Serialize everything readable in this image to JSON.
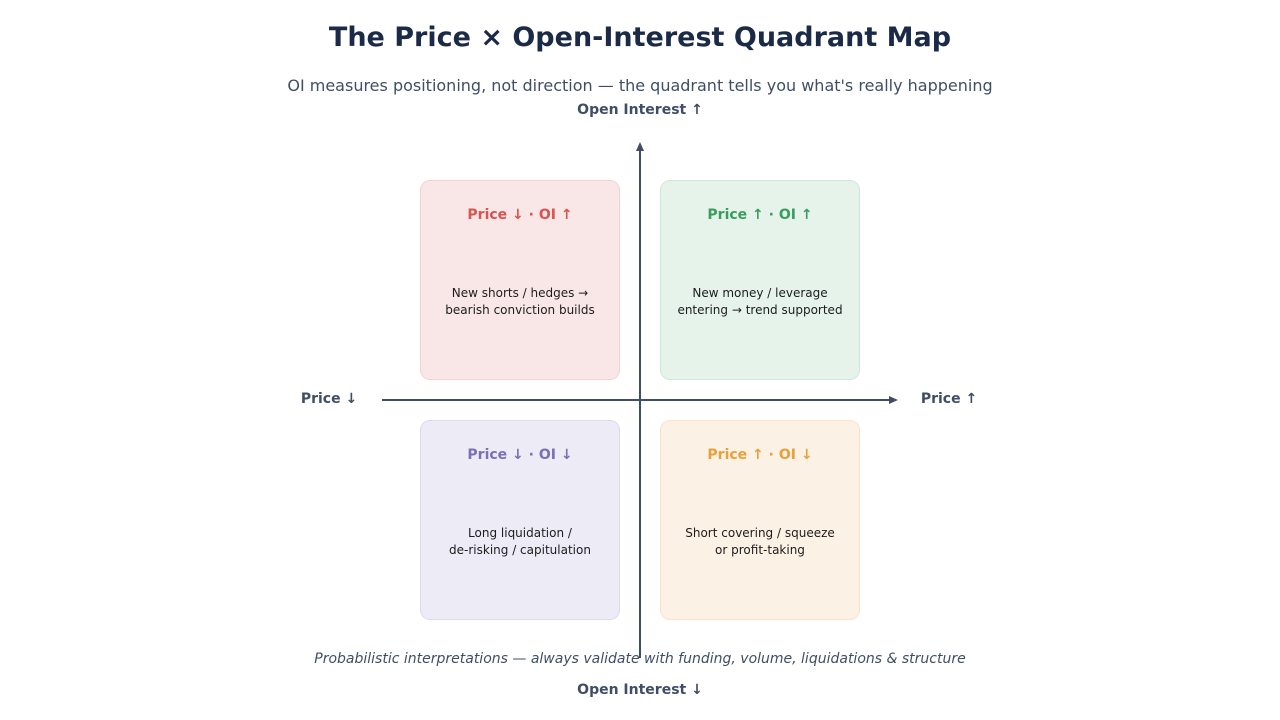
{
  "title": "The Price × Open-Interest Quadrant Map",
  "subtitle": "OI measures positioning, not direction — the quadrant tells you what's really happening",
  "axes": {
    "top": "Open Interest ↑",
    "bottom": "Open Interest ↓",
    "left": "Price ↓",
    "right": "Price ↑"
  },
  "quadrants": {
    "top_left": {
      "title": "Price ↓ · OI ↑",
      "description": "New shorts / hedges →\nbearish conviction builds",
      "color": "#d9534f"
    },
    "top_right": {
      "title": "Price ↑ · OI ↑",
      "description": "New money / leverage\nentering → trend supported",
      "color": "#3a9d5d"
    },
    "bottom_left": {
      "title": "Price ↓ · OI ↓",
      "description": "Long liquidation /\nde-risking / capitulation",
      "color": "#7b6fb8"
    },
    "bottom_right": {
      "title": "Price ↑ · OI ↓",
      "description": "Short covering / squeeze\nor profit-taking",
      "color": "#e8a03a"
    }
  },
  "footnote": "Probabilistic interpretations — always validate with funding, volume, liquidations & structure",
  "colors": {
    "axis": "#3f4e66",
    "title": "#1b2a47"
  }
}
